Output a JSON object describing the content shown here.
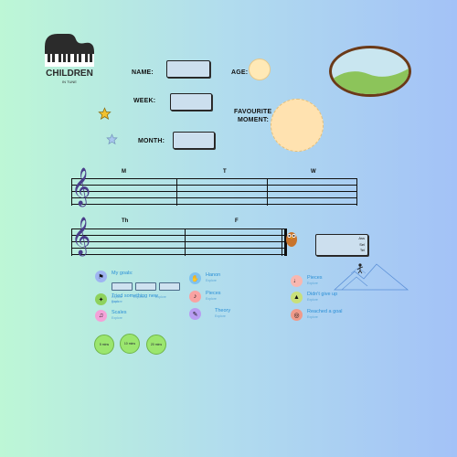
{
  "logo": {
    "title": "CHILDREN",
    "subtitle": "IN TUNE"
  },
  "fields": {
    "name": "NAME:",
    "age": "AGE:",
    "week": "WEEK:",
    "month": "MONTH:",
    "favourite_line1": "FAVOURITE",
    "favourite_line2": "MOMENT:"
  },
  "staff_days": {
    "top": [
      "M",
      "T",
      "W"
    ],
    "bottom": [
      "Th",
      "F"
    ]
  },
  "summary_values": [
    "Ass",
    "Sel",
    "Tel"
  ],
  "goals": [
    {
      "label": "My goals:",
      "sub": "",
      "icon": "flag-icon",
      "color": "#9fb5f2"
    },
    {
      "label": "Tried something new",
      "sub": "Explore",
      "icon": "rocket-icon",
      "color": "#8ed25c"
    },
    {
      "label": "Scales",
      "sub": "Explore",
      "icon": "scale-icon",
      "color": "#f4a2d8"
    },
    {
      "label": "Hanon",
      "sub": "Explore",
      "icon": "hand-icon",
      "color": "#7fc3f0"
    },
    {
      "label": "Pieces",
      "sub": "Explore",
      "icon": "note-icon",
      "color": "#f9a2a2"
    },
    {
      "label": "Theory",
      "sub": "Explore",
      "icon": "book-icon",
      "color": "#b89df2"
    },
    {
      "label": "Pieces",
      "sub": "Explore",
      "icon": "music-icon",
      "color": "#f8b7b0"
    },
    {
      "label": "Didn't give up",
      "sub": "Explore",
      "icon": "mountain-icon",
      "color": "#c9e07a"
    },
    {
      "label": "Reached a goal",
      "sub": "Explore",
      "icon": "target-icon",
      "color": "#f09a8a"
    }
  ],
  "goal_sub_extra": "goals",
  "mini_box_captions": [
    "Explore",
    "Explore",
    "Explore"
  ],
  "time_circles": [
    "5 mins",
    "10 mins",
    "20 mins"
  ]
}
